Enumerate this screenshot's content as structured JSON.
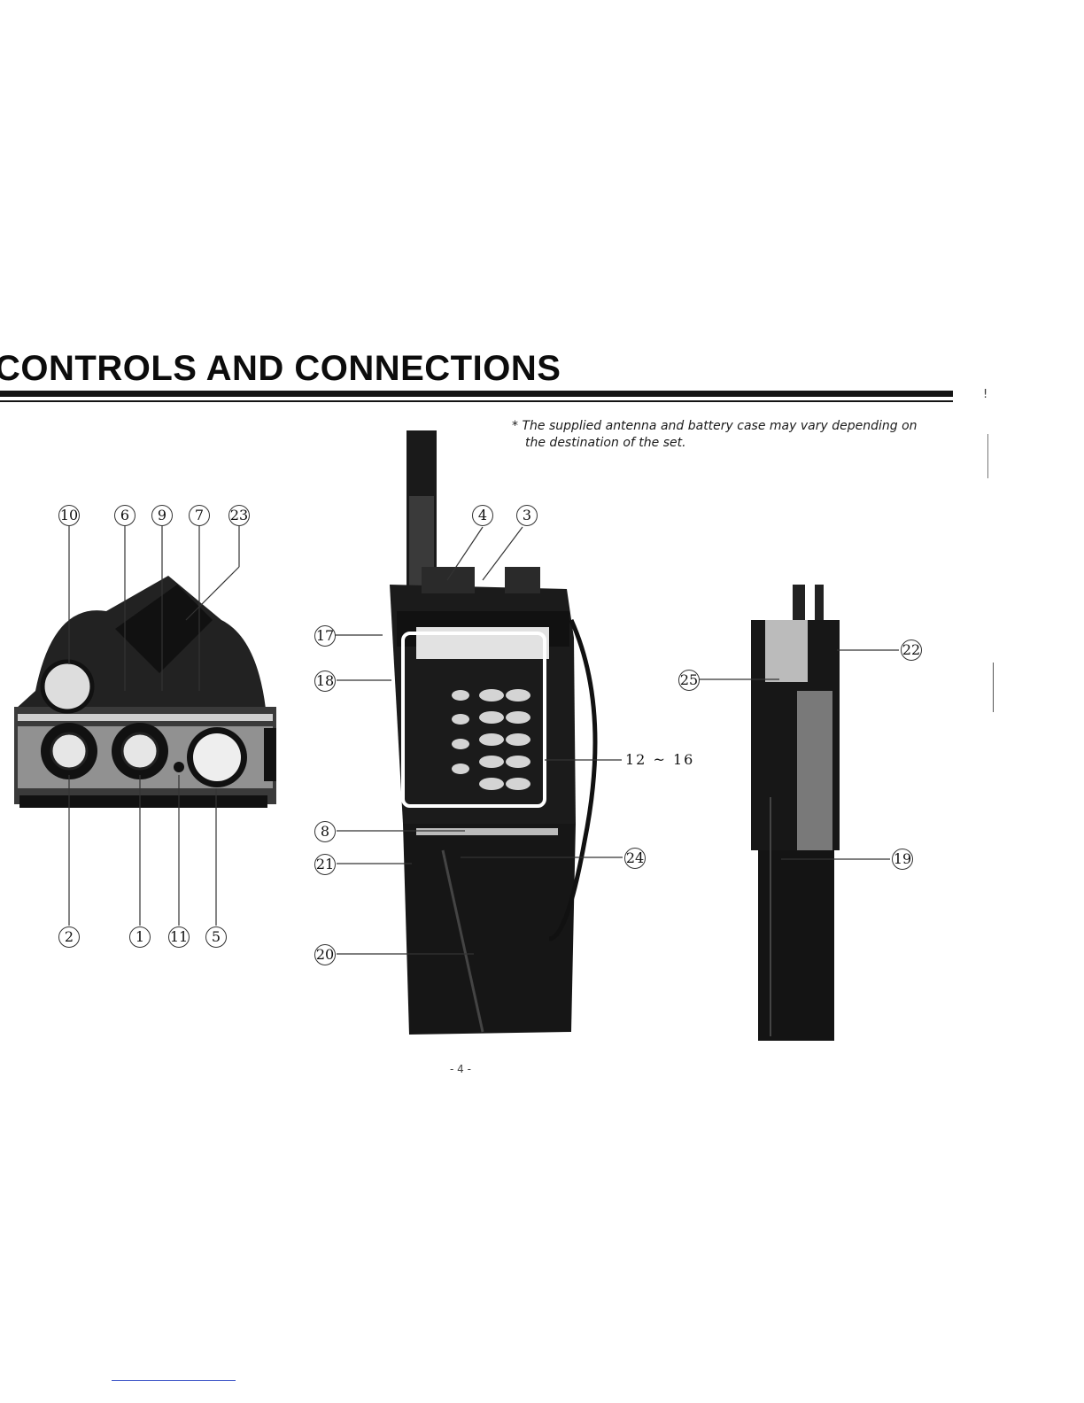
{
  "page": {
    "title": "CONTROLS AND CONNECTIONS",
    "note_line1": "* The supplied antenna and battery case may vary depending on",
    "note_line2": "the destination of the set.",
    "page_number": "- 4 -"
  },
  "callouts": {
    "top_view": [
      "10",
      "6",
      "9",
      "7",
      "23",
      "2",
      "1",
      "11",
      "5"
    ],
    "front_view": [
      "4",
      "3",
      "17",
      "18",
      "8",
      "21",
      "20",
      "24"
    ],
    "front_range": "12 ~ 16",
    "side_view": [
      "25",
      "22",
      "19"
    ]
  },
  "colors": {
    "ink": "#111111",
    "link": "#3a52c6"
  }
}
